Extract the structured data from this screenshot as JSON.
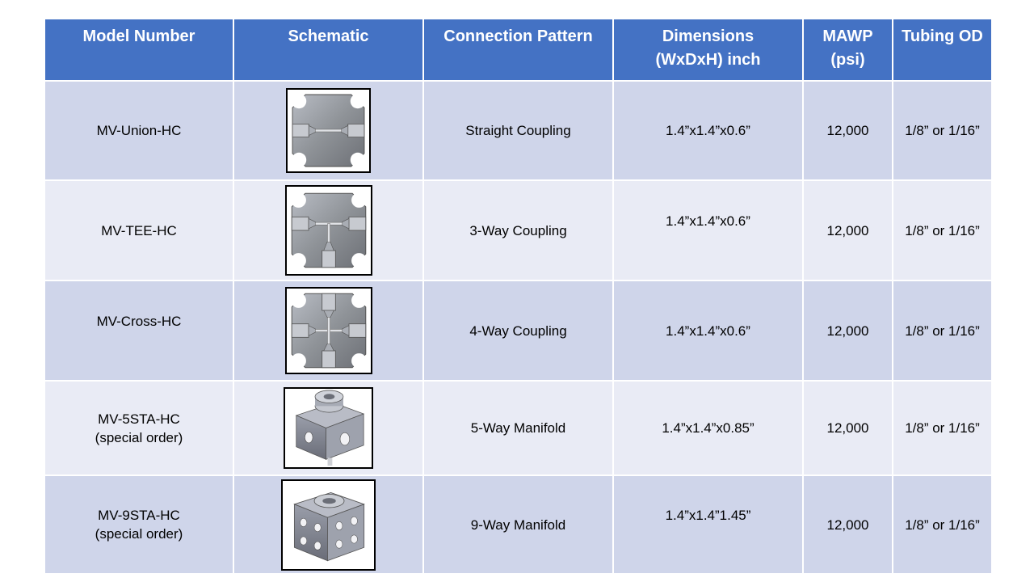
{
  "headers": {
    "model": "Model Number",
    "schematic": "Schematic",
    "pattern": "Connection Pattern",
    "dimensions": "Dimensions (WxDxH) inch",
    "mawp": "MAWP (psi)",
    "tubing": "Tubing OD"
  },
  "rows": [
    {
      "model": "MV-Union-HC",
      "note": "",
      "schematic_icon": "union-schematic-icon",
      "pattern": "Straight Coupling",
      "dimensions": "1.4”x1.4”x0.6”",
      "mawp": "12,000",
      "tubing": "1/8” or 1/16”"
    },
    {
      "model": "MV-TEE-HC",
      "note": "",
      "schematic_icon": "tee-schematic-icon",
      "pattern": "3-Way Coupling",
      "dimensions": "1.4”x1.4”x0.6”",
      "mawp": "12,000",
      "tubing": "1/8” or 1/16”"
    },
    {
      "model": "MV-Cross-HC",
      "note": "",
      "schematic_icon": "cross-schematic-icon",
      "pattern": "4-Way Coupling",
      "dimensions": "1.4”x1.4”x0.6”",
      "mawp": "12,000",
      "tubing": "1/8” or 1/16”"
    },
    {
      "model": "MV-5STA-HC",
      "note": "(special order)",
      "schematic_icon": "5-station-manifold-icon",
      "pattern": "5-Way Manifold",
      "dimensions": "1.4”x1.4”x0.85”",
      "mawp": "12,000",
      "tubing": "1/8” or 1/16”"
    },
    {
      "model": "MV-9STA-HC",
      "note": "(special order)",
      "schematic_icon": "9-station-manifold-icon",
      "pattern": "9-Way Manifold",
      "dimensions": "1.4”x1.4”1.45”",
      "mawp": "12,000",
      "tubing": "1/8” or 1/16”"
    }
  ],
  "colors": {
    "header": "#4472c4",
    "row_odd": "#cfd5ea",
    "row_even": "#e9ebf5",
    "part_metal": "#8f9398"
  }
}
